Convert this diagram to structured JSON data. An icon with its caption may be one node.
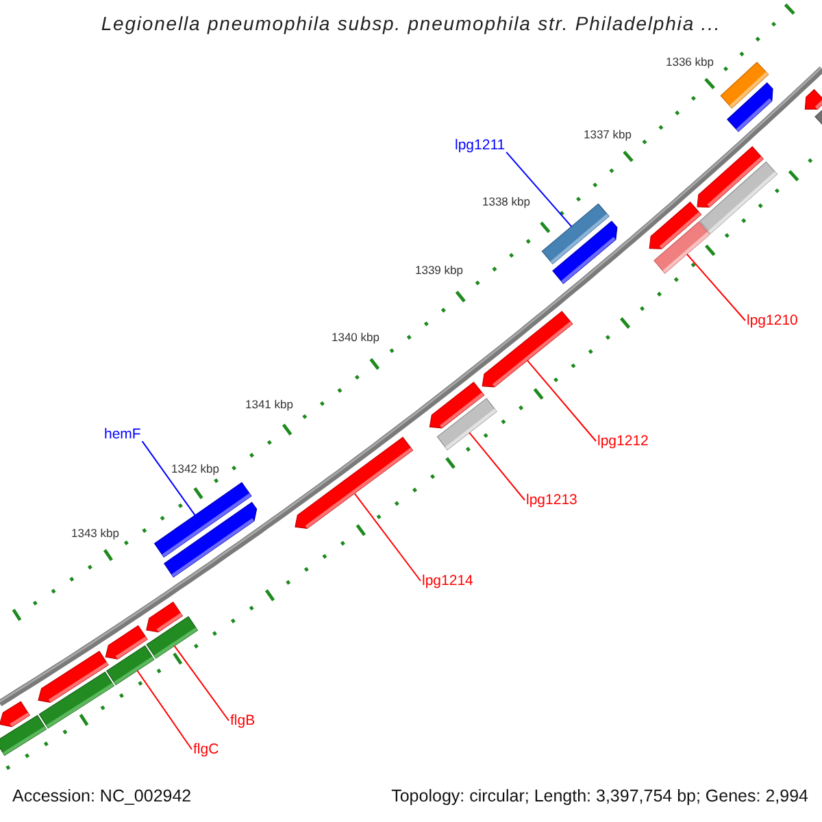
{
  "diagram": {
    "title": "Legionella pneumophila subsp. pneumophila str. Philadelphia ...",
    "nodes": [
      {
        "text": [
          "lpg1211"
        ]
      },
      {
        "text": [
          "lpg1210"
        ]
      },
      {
        "text": [
          "hemF"
        ]
      },
      {
        "text": [
          "lpg1212"
        ]
      },
      {
        "text": [
          "lpg1213"
        ]
      },
      {
        "text": [
          "lpg1214"
        ]
      },
      {
        "text": [
          "flgB"
        ]
      },
      {
        "text": [
          "flgC"
        ]
      },
      {
        "text": [],
        "shape": "bar"
      },
      {
        "text": [],
        "shape": "bar"
      },
      {
        "text": [],
        "shape": "bar"
      },
      {
        "text": [],
        "shape": "bar"
      },
      {
        "text": [],
        "shape": "bar"
      },
      {
        "text": [],
        "shape": "bar"
      },
      {
        "text": [],
        "shape": "bar"
      },
      {
        "text": [],
        "shape": "bar"
      },
      {
        "text": [],
        "shape": "bar"
      },
      {
        "text": [],
        "shape": "bar"
      },
      {
        "text": [],
        "shape": "bar"
      },
      {
        "text": [],
        "shape": "bar"
      },
      {
        "text": [],
        "shape": "bar"
      },
      {
        "text": [],
        "shape": "bar"
      },
      {
        "text": [],
        "shape": "bar"
      },
      {
        "text": [],
        "shape": "bar"
      },
      {
        "text": [],
        "shape": "bar"
      },
      {
        "text": [],
        "shape": "bar"
      },
      {
        "text": [],
        "shape": "bar"
      },
      {
        "text": [],
        "shape": "bar"
      },
      {
        "text": [],
        "shape": "bar"
      },
      {
        "text": [],
        "shape": "bar"
      },
      {
        "text": [],
        "shape": "bar"
      },
      {
        "text": [],
        "shape": "bar"
      }
    ],
    "edges": [
      {
        "from": 0,
        "to": 15,
        "arrow": "none",
        "color": "#0000ff"
      },
      {
        "from": 1,
        "to": 16,
        "arrow": "none"
      },
      {
        "from": 2,
        "to": 22,
        "arrow": "none",
        "color": "#0000ff"
      },
      {
        "from": 3,
        "to": 18,
        "arrow": "none"
      },
      {
        "from": 4,
        "to": 20,
        "arrow": "none"
      },
      {
        "from": 5,
        "to": 21,
        "arrow": "none"
      },
      {
        "from": 6,
        "to": 25,
        "arrow": "none"
      },
      {
        "from": 7,
        "to": 27,
        "arrow": "none"
      }
    ],
    "labels": [
      "1336 kbp",
      "1337 kbp",
      "1338 kbp",
      "1339 kbp",
      "1340 kbp",
      "1341 kbp",
      "1342 kbp",
      "1343 kbp",
      "Accession: NC_002942",
      "Topology: circular; Length: 3,397,754 bp; Genes: 2,994"
    ]
  }
}
